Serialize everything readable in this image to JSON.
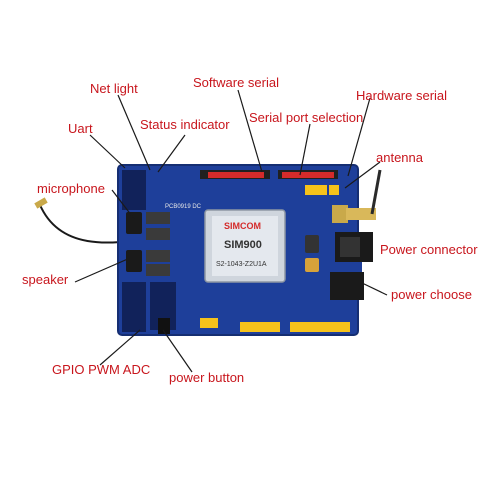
{
  "diagram": {
    "label_color": "#c8161d",
    "board_color": "#1e3f9a",
    "labels": {
      "net_light": "Net light",
      "software_serial": "Software serial",
      "hardware_serial": "Hardware serial",
      "uart": "Uart",
      "status_indicator": "Status indicator",
      "serial_port_selection": "Serial port selection",
      "antenna": "antenna",
      "microphone": "microphone",
      "power_connector": "Power connector",
      "speaker": "speaker",
      "power_choose": "power choose",
      "gpio_pwm_adc": "GPIO PWM ADC",
      "power_button": "power button"
    },
    "module": {
      "brand": "SIMCOM",
      "model": "SIM900",
      "serial": "S2-1043-Z2U1A"
    },
    "board_silk": "PCB0919 DC"
  }
}
